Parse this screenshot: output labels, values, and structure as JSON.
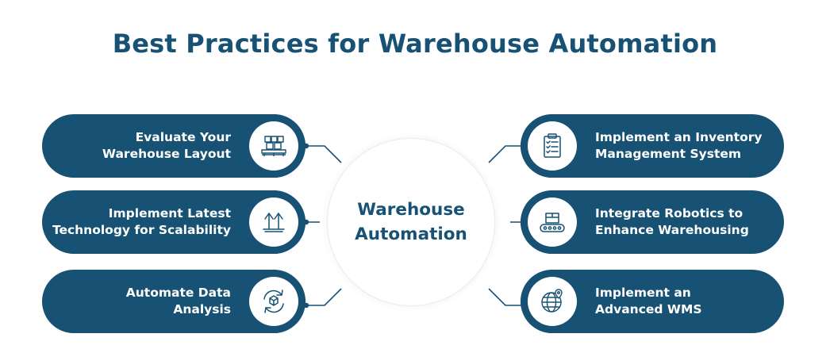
{
  "title": "Best Practices for Warehouse Automation",
  "center": {
    "line1": "Warehouse",
    "line2": "Automation"
  },
  "left_items": [
    {
      "line1": "Evaluate Your",
      "line2": "Warehouse Layout",
      "icon": "warehouse-boxes-icon"
    },
    {
      "line1": "Implement Latest",
      "line2": "Technology for Scalability",
      "icon": "scale-up-arrows-icon"
    },
    {
      "line1": "Automate Data",
      "line2": "Analysis",
      "icon": "data-cycle-icon"
    }
  ],
  "right_items": [
    {
      "line1": "Implement an Inventory",
      "line2": "Management System",
      "icon": "clipboard-checklist-icon"
    },
    {
      "line1": "Integrate Robotics to",
      "line2": "Enhance Warehousing",
      "icon": "conveyor-box-icon"
    },
    {
      "line1": "Implement an",
      "line2": "Advanced WMS",
      "icon": "globe-location-icon"
    }
  ],
  "colors": {
    "primary": "#175173",
    "background": "#ffffff"
  }
}
